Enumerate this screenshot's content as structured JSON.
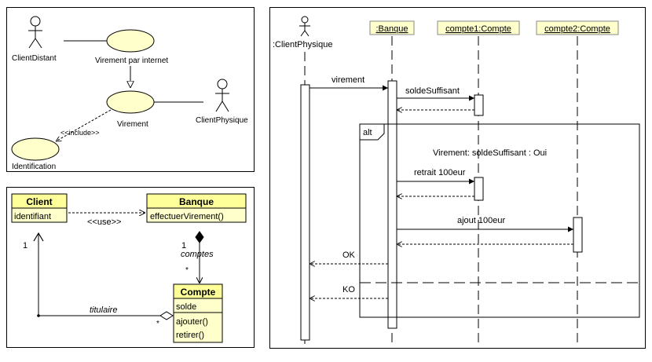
{
  "use_case": {
    "actors": {
      "client_distant": "ClientDistant",
      "client_physique": "ClientPhysique"
    },
    "use_cases": {
      "virement_internet": "Virement par internet",
      "virement": "Virement",
      "identification": "Identification"
    },
    "include_label": "<<include>>"
  },
  "class_diagram": {
    "client": {
      "name": "Client",
      "attribute": "identifiant"
    },
    "banque": {
      "name": "Banque",
      "operation": "effectuerVirement()"
    },
    "compte": {
      "name": "Compte",
      "attribute": "solde",
      "operations": [
        "ajouter()",
        "retirer()"
      ]
    },
    "use_label": "<<use>>",
    "comptes_role": "comptes",
    "titulaire_role": "titulaire",
    "mult_one_banque": "1",
    "mult_many_comptes": "*",
    "mult_one_client": "1",
    "mult_many_titulaire": "*"
  },
  "sequence": {
    "actor": ":ClientPhysique",
    "lifelines": {
      "banque": ":Banque",
      "compte1": "compte1:Compte",
      "compte2": "compte2:Compte"
    },
    "messages": {
      "virement": "virement",
      "solde_suffisant": "soldeSuffisant",
      "retrait": "retrait 100eur",
      "ajout": "ajout 100eur",
      "ok": "OK",
      "ko": "KO"
    },
    "fragment": {
      "operator": "alt",
      "guard": "Virement: soldeSuffisant : Oui"
    }
  },
  "colors": {
    "usecase_fill": "#ffffcc",
    "class_header": "#ffff99",
    "class_body": "#ffffcc",
    "lifeline_box": "#ffffcc",
    "line": "#000000",
    "gray_line": "#888888"
  }
}
